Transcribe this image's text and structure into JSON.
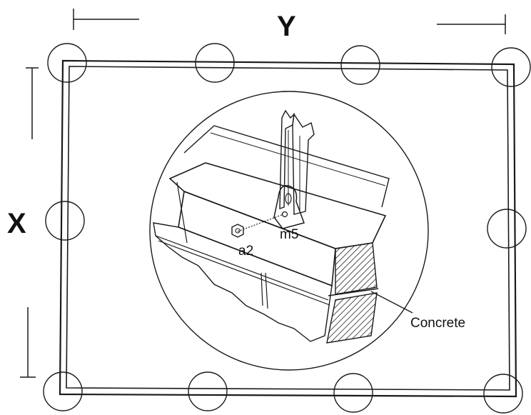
{
  "labels": {
    "y_dimension": "Y",
    "x_dimension": "X",
    "part_bracket": "m5",
    "part_nut": "a2",
    "material": "Concrete"
  }
}
